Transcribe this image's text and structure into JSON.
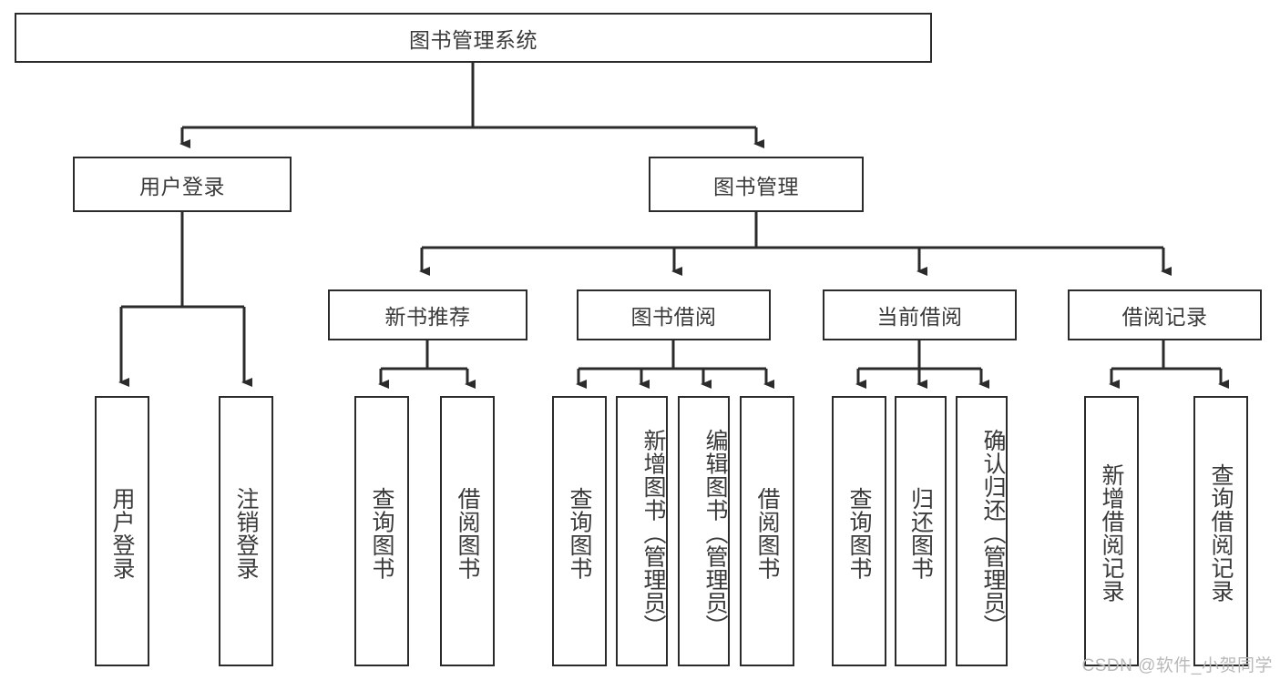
{
  "diagram": {
    "title": "图书管理系统",
    "type": "hierarchy-tree",
    "root": {
      "label": "图书管理系统"
    },
    "level2": [
      {
        "id": "user-login",
        "label": "用户登录"
      },
      {
        "id": "book-manage",
        "label": "图书管理"
      }
    ],
    "level3": [
      {
        "id": "new-book-recommend",
        "label": "新书推荐"
      },
      {
        "id": "book-borrow",
        "label": "图书借阅"
      },
      {
        "id": "current-borrow",
        "label": "当前借阅"
      },
      {
        "id": "borrow-record",
        "label": "借阅记录"
      }
    ],
    "leaves": {
      "user_login": [
        {
          "id": "leaf-user-login",
          "label": "用户登录"
        },
        {
          "id": "leaf-user-logout",
          "label": "注销登录"
        }
      ],
      "new_book_recommend": [
        {
          "id": "leaf-query-book-1",
          "label": "查询图书"
        },
        {
          "id": "leaf-borrow-book-1",
          "label": "借阅图书"
        }
      ],
      "book_borrow": [
        {
          "id": "leaf-query-book-2",
          "label": "查询图书"
        },
        {
          "id": "leaf-add-book",
          "label": "新增图书（管理员）"
        },
        {
          "id": "leaf-edit-book",
          "label": "编辑图书（管理员）"
        },
        {
          "id": "leaf-borrow-book-2",
          "label": "借阅图书"
        }
      ],
      "current_borrow": [
        {
          "id": "leaf-query-book-3",
          "label": "查询图书"
        },
        {
          "id": "leaf-return-book",
          "label": "归还图书"
        },
        {
          "id": "leaf-confirm-return",
          "label": "确认归还（管理员）"
        }
      ],
      "borrow_record": [
        {
          "id": "leaf-add-record",
          "label": "新增借阅记录"
        },
        {
          "id": "leaf-query-record",
          "label": "查询借阅记录"
        }
      ]
    }
  },
  "watermark": {
    "text": "CSDN @软件_小贺同学"
  },
  "colors": {
    "stroke": "#2b2b2b",
    "text": "#3a3a3a",
    "background": "#ffffff",
    "watermark": "#b9b9b9"
  }
}
